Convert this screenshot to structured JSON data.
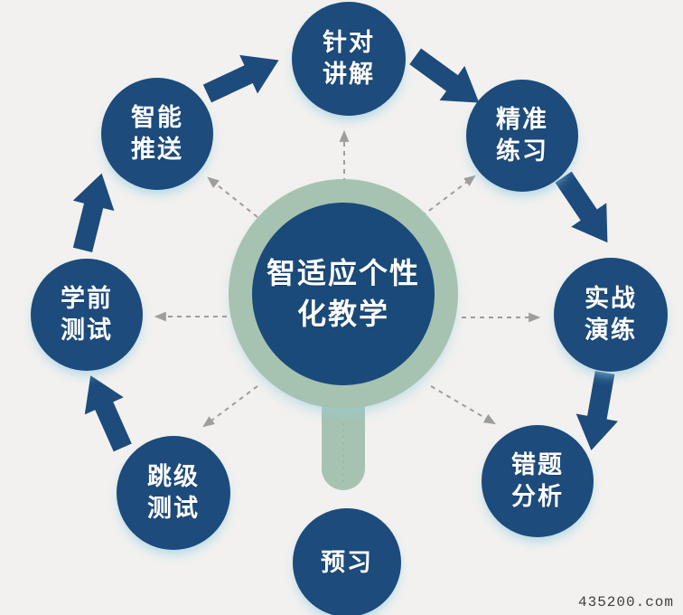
{
  "page": {
    "background_color": "#f2f1ef",
    "watermark": "435200.com"
  },
  "diagram": {
    "type": "cycle-infographic",
    "title": "智适应个性化教学",
    "center": {
      "label": "智适应个性\n化教学",
      "shape": "magnifying-glass",
      "circle_color": "#1a4a79",
      "ring_color": "#a6c3b1",
      "text_color": "#ffffff"
    },
    "nodes": [
      {
        "id": "targeted-explanation",
        "label": "针对\n讲解",
        "position": "top"
      },
      {
        "id": "precise-practice",
        "label": "精准\n练习",
        "position": "top-right"
      },
      {
        "id": "practical-drill",
        "label": "实战\n演练",
        "position": "right"
      },
      {
        "id": "mistake-analysis",
        "label": "错题\n分析",
        "position": "bottom-right"
      },
      {
        "id": "preview",
        "label": "预习",
        "position": "bottom"
      },
      {
        "id": "skip-level-test",
        "label": "跳级\n测试",
        "position": "bottom-left"
      },
      {
        "id": "pre-study-test",
        "label": "学前\n测试",
        "position": "left"
      },
      {
        "id": "smart-push",
        "label": "智能\n推送",
        "position": "top-left"
      }
    ],
    "solid_arrows": [
      {
        "from": "smart-push",
        "to": "targeted-explanation"
      },
      {
        "from": "targeted-explanation",
        "to": "precise-practice"
      },
      {
        "from": "precise-practice",
        "to": "practical-drill"
      },
      {
        "from": "practical-drill",
        "to": "mistake-analysis"
      },
      {
        "from": "skip-level-test",
        "to": "pre-study-test"
      },
      {
        "from": "pre-study-test",
        "to": "smart-push"
      }
    ],
    "dashed_arrows_from_center": [
      "targeted-explanation",
      "precise-practice",
      "practical-drill",
      "mistake-analysis",
      "skip-level-test",
      "pre-study-test",
      "smart-push"
    ],
    "colors": {
      "node_fill": "#1c4b7c",
      "arrow_fill": "#1c4b7c",
      "dashed_stroke": "#9d9d9d",
      "node_text": "#ffffff",
      "glow": "#cdeaf2"
    }
  }
}
